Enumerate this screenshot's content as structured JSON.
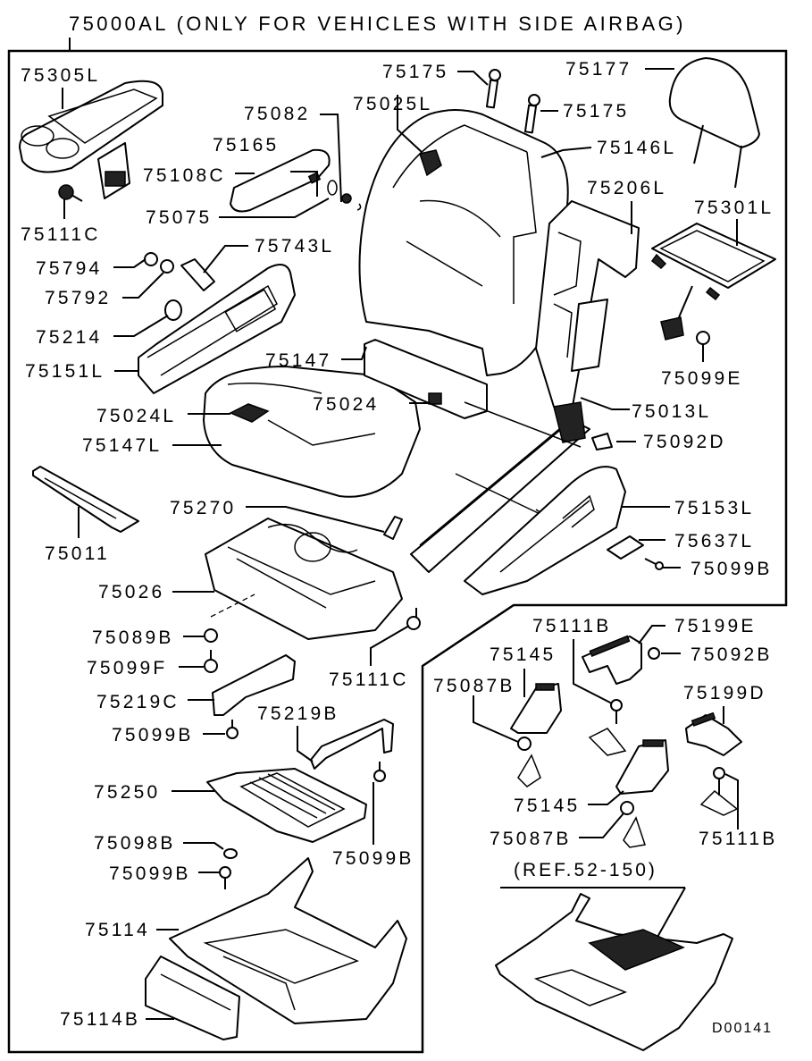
{
  "diagram": {
    "title": "75000AL (ONLY FOR VEHICLES WITH SIDE AIRBAG)",
    "reference_note": "(REF.52-150)",
    "drawing_code": "D00141",
    "labels": [
      {
        "id": "75305L",
        "text": "75305L"
      },
      {
        "id": "75111C-a",
        "text": "75111C"
      },
      {
        "id": "75082",
        "text": "75082"
      },
      {
        "id": "75165",
        "text": "75165"
      },
      {
        "id": "75108C",
        "text": "75108C"
      },
      {
        "id": "75075",
        "text": "75075"
      },
      {
        "id": "75175-a",
        "text": "75175"
      },
      {
        "id": "75175-b",
        "text": "75175"
      },
      {
        "id": "75025L",
        "text": "75025L"
      },
      {
        "id": "75177",
        "text": "75177"
      },
      {
        "id": "75146L",
        "text": "75146L"
      },
      {
        "id": "75206L",
        "text": "75206L"
      },
      {
        "id": "75301L",
        "text": "75301L"
      },
      {
        "id": "75743L",
        "text": "75743L"
      },
      {
        "id": "75794",
        "text": "75794"
      },
      {
        "id": "75792",
        "text": "75792"
      },
      {
        "id": "75214",
        "text": "75214"
      },
      {
        "id": "75151L",
        "text": "75151L"
      },
      {
        "id": "75147",
        "text": "75147"
      },
      {
        "id": "75099E",
        "text": "75099E"
      },
      {
        "id": "75024",
        "text": "75024"
      },
      {
        "id": "75024L",
        "text": "75024L"
      },
      {
        "id": "75013L",
        "text": "75013L"
      },
      {
        "id": "75147L",
        "text": "75147L"
      },
      {
        "id": "75092D",
        "text": "75092D"
      },
      {
        "id": "75011",
        "text": "75011"
      },
      {
        "id": "75270",
        "text": "75270"
      },
      {
        "id": "75153L",
        "text": "75153L"
      },
      {
        "id": "75637L",
        "text": "75637L"
      },
      {
        "id": "75026",
        "text": "75026"
      },
      {
        "id": "75099B-a",
        "text": "75099B"
      },
      {
        "id": "75089B",
        "text": "75089B"
      },
      {
        "id": "75111B-a",
        "text": "75111B"
      },
      {
        "id": "75199E",
        "text": "75199E"
      },
      {
        "id": "75099F",
        "text": "75099F"
      },
      {
        "id": "75145-a",
        "text": "75145"
      },
      {
        "id": "75092B",
        "text": "75092B"
      },
      {
        "id": "75111C-b",
        "text": "75111C"
      },
      {
        "id": "75087B-a",
        "text": "75087B"
      },
      {
        "id": "75199D",
        "text": "75199D"
      },
      {
        "id": "75219C",
        "text": "75219C"
      },
      {
        "id": "75219B",
        "text": "75219B"
      },
      {
        "id": "75099B-b",
        "text": "75099B"
      },
      {
        "id": "75250",
        "text": "75250"
      },
      {
        "id": "75145-b",
        "text": "75145"
      },
      {
        "id": "75087B-b",
        "text": "75087B"
      },
      {
        "id": "75111B-b",
        "text": "75111B"
      },
      {
        "id": "75098B",
        "text": "75098B"
      },
      {
        "id": "75099B-c",
        "text": "75099B"
      },
      {
        "id": "75099B-d",
        "text": "75099B"
      },
      {
        "id": "75114",
        "text": "75114"
      },
      {
        "id": "75114B",
        "text": "75114B"
      }
    ]
  }
}
